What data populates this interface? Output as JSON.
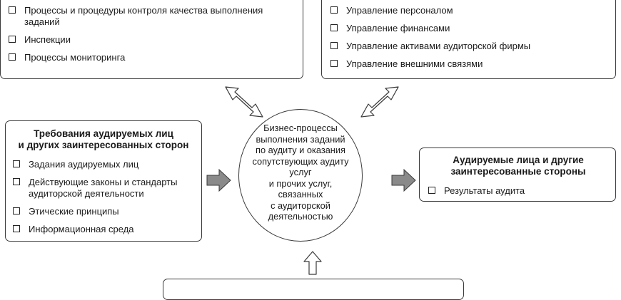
{
  "top_left": {
    "items": [
      "Процессы и процедуры контроля качества выполнения заданий",
      "Инспекции",
      "Процессы мониторинга"
    ]
  },
  "top_right": {
    "items": [
      "Управление персоналом",
      "Управление финансами",
      "Управление активами аудиторской фирмы",
      "Управление внешними связями"
    ]
  },
  "left": {
    "title_line1": "Требования аудируемых лиц",
    "title_line2": "и других заинтересованных сторон",
    "items": [
      "Задания аудируемых лиц",
      "Действующие законы и стандарты аудиторской деятельности",
      "Этические принципы",
      "Информационная среда"
    ]
  },
  "center": {
    "lines": [
      "Бизнес-процессы",
      "выполнения заданий",
      "по аудиту и оказания",
      "сопутствующих аудиту услуг",
      "и прочих услуг, связанных",
      "с аудиторской",
      "деятельностью"
    ]
  },
  "right": {
    "title_line1": "Аудируемые лица и другие",
    "title_line2": "заинтересованные стороны",
    "items": [
      "Результаты аудита"
    ]
  },
  "colors": {
    "border": "#3a3a3a",
    "arrow_fill": "#8a8a8a",
    "text": "#1a1a1a"
  },
  "icons": {
    "bullet": "checkbox-square-icon",
    "double_arrow": "double-headed-arrow-icon",
    "flow_arrow": "right-arrow-icon",
    "up_arrow": "up-arrow-icon"
  }
}
